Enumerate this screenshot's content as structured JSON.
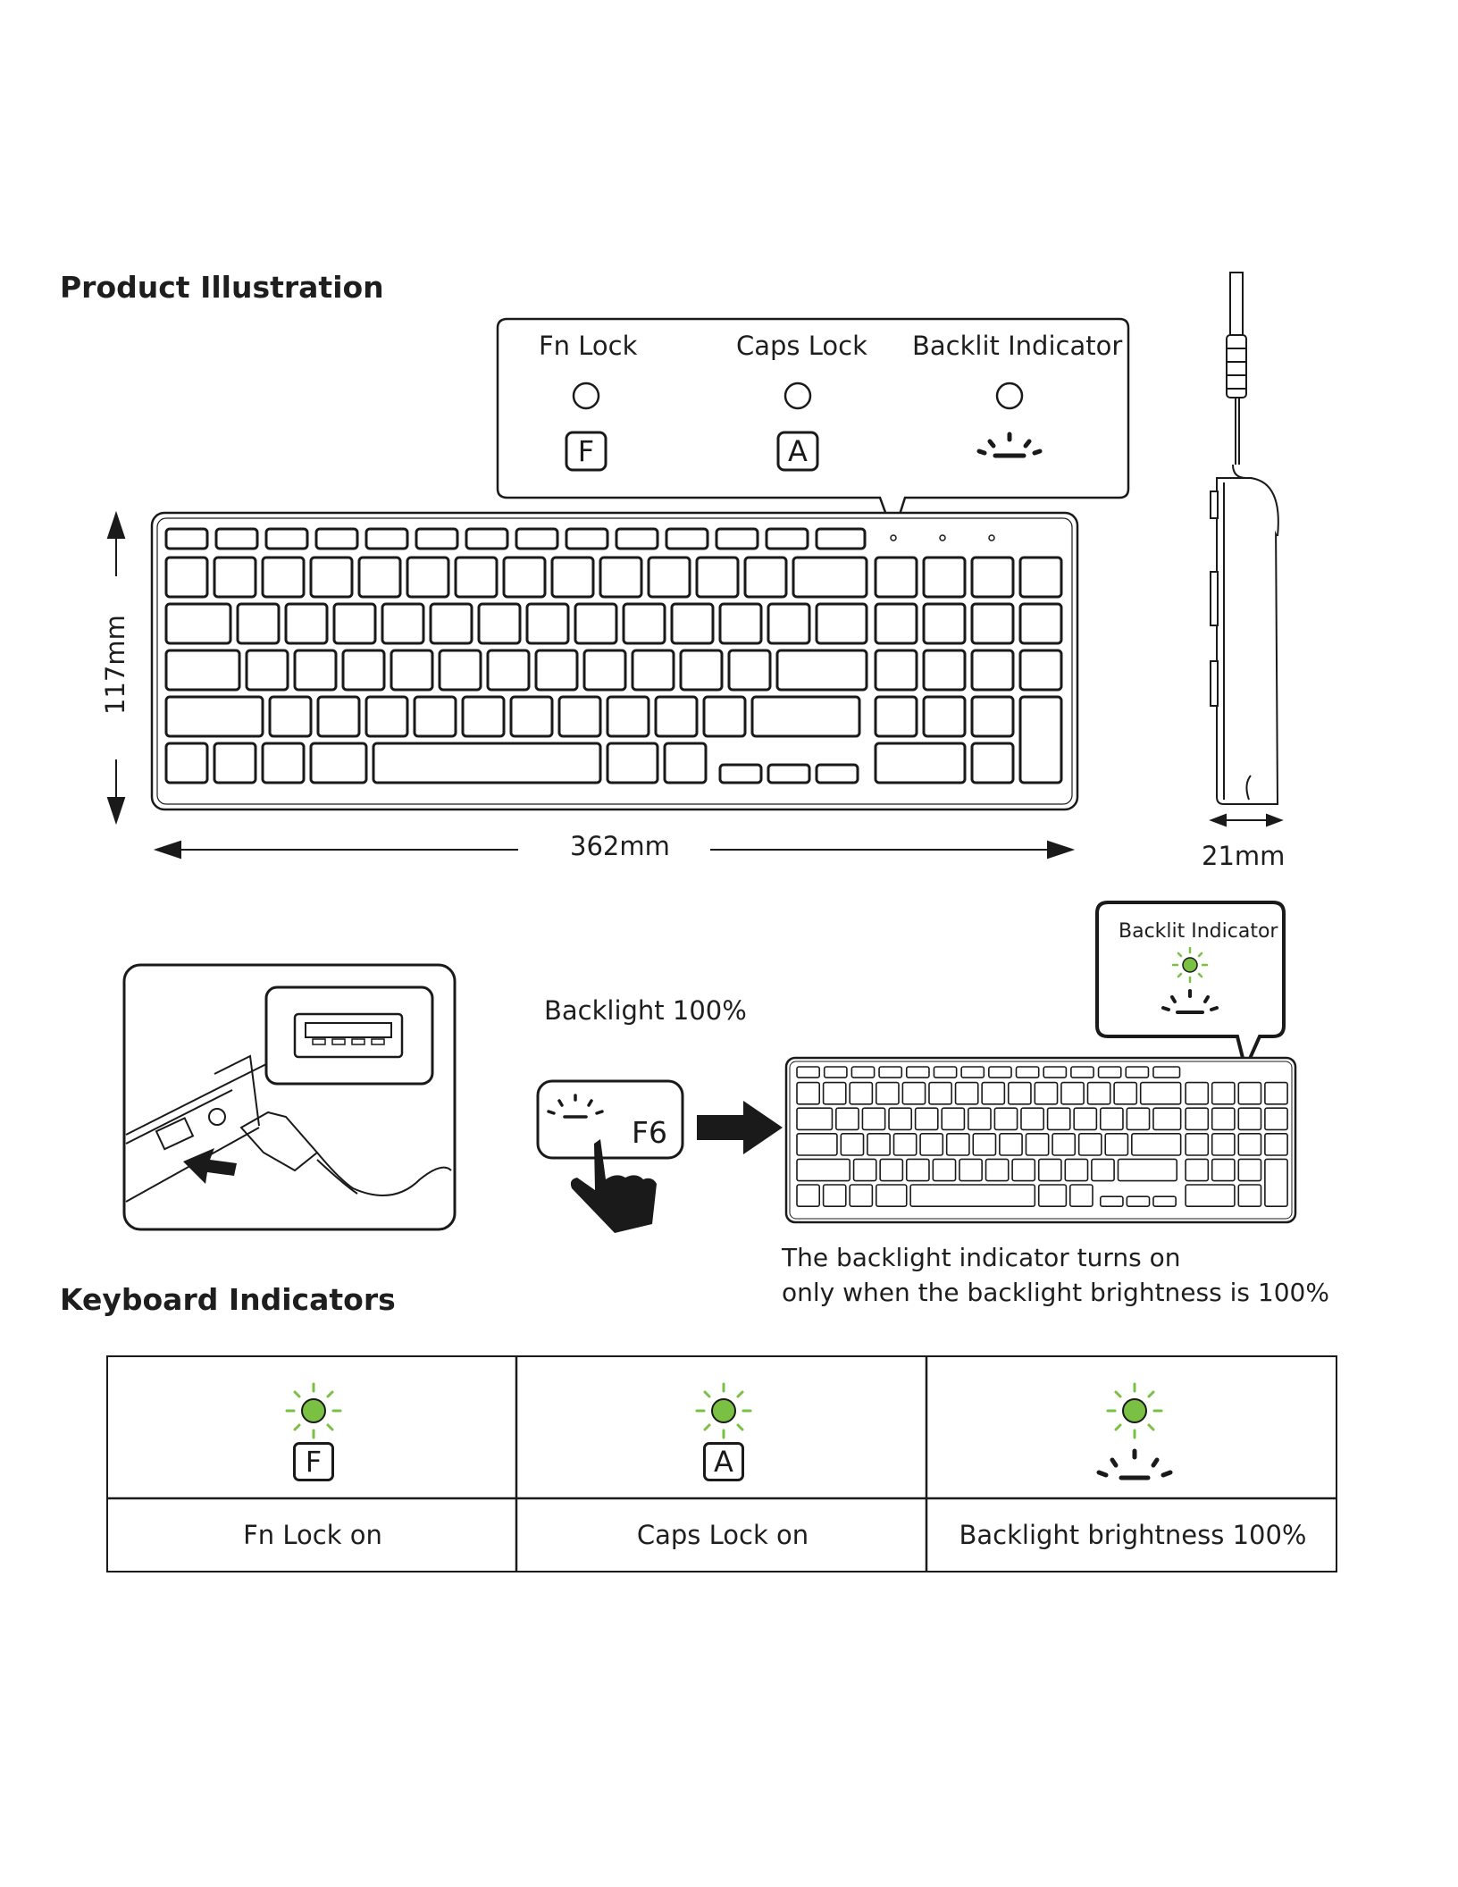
{
  "headings": {
    "product_illustration": "Product Illustration",
    "keyboard_indicators": "Keyboard Indicators"
  },
  "callout": {
    "fn_lock": "Fn Lock",
    "caps_lock": "Caps Lock",
    "backlit_indicator": "Backlit Indicator",
    "fn_key_letter": "F",
    "caps_key_letter": "A"
  },
  "dimensions": {
    "height": "117mm",
    "width": "362mm",
    "depth": "21mm"
  },
  "backlight": {
    "title": "Backlight 100%",
    "key_label": "F6",
    "mini_callout": "Backlit Indicator",
    "note_line1": "The backlight indicator turns on",
    "note_line2": "only when the backlight brightness is 100%"
  },
  "indicator_table": {
    "columns": [
      {
        "icon": "F",
        "label": "Fn Lock on"
      },
      {
        "icon": "A",
        "label": "Caps Lock on"
      },
      {
        "icon": "backlight-icon",
        "label": "Backlight brightness 100%"
      }
    ]
  },
  "colors": {
    "indicator_led": "#7ac143",
    "led_ray": "#7ac143",
    "line": "#1a1a1a"
  }
}
